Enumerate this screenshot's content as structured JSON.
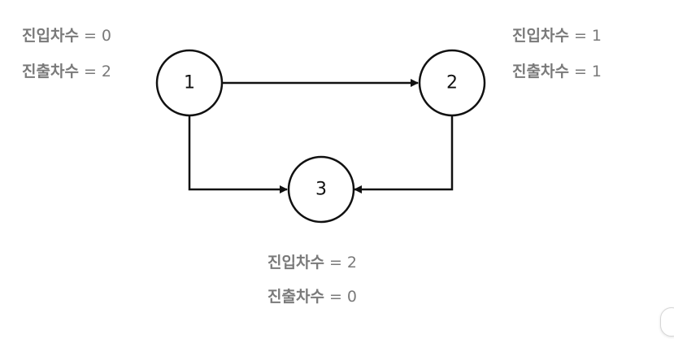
{
  "nodes": [
    {
      "id": "1",
      "label": "1",
      "in_key": "진입차수",
      "in_value": "= 0",
      "out_key": "진출차수",
      "out_value": "= 2"
    },
    {
      "id": "2",
      "label": "2",
      "in_key": "진입차수",
      "in_value": "= 1",
      "out_key": "진출차수",
      "out_value": "= 1"
    },
    {
      "id": "3",
      "label": "3",
      "in_key": "진입차수",
      "in_value": "= 2",
      "out_key": "진출차수",
      "out_value": "= 0"
    }
  ],
  "edges": [
    {
      "from": "1",
      "to": "2"
    },
    {
      "from": "1",
      "to": "3"
    },
    {
      "from": "2",
      "to": "3"
    }
  ],
  "colors": {
    "node_stroke": "#111111",
    "edge": "#111111",
    "stat_text": "#7a7a7a"
  }
}
